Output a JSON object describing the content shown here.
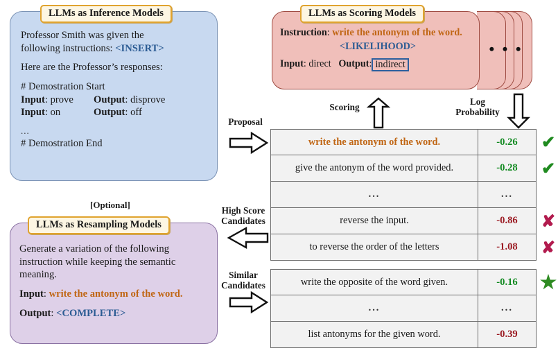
{
  "panels": {
    "inference": {
      "title": "LLMs as Inference Models",
      "line1": "Professor Smith was given the",
      "line2_pre": "following instructions: ",
      "line2_token": "<INSERT>",
      "line3": "Here are the Professor’s responses:",
      "demo_start": "# Demostration Start",
      "demo_rows": [
        {
          "in_label": "Input",
          "in_value": "prove",
          "out_label": "Output",
          "out_value": "disprove"
        },
        {
          "in_label": "Input",
          "in_value": "on",
          "out_label": "Output",
          "out_value": "off"
        }
      ],
      "ellipsis": "...",
      "demo_end": "# Demostration End"
    },
    "scoring": {
      "title": "LLMs as Scoring Models",
      "instruction_label": "Instruction",
      "instruction_value": "write the antonym of the word.",
      "likelihood_token": "<LIKELIHOOD>",
      "input_label": "Input",
      "input_value": "direct",
      "output_label": "Output",
      "output_value": "indirect",
      "stack_ellipsis": "• • •"
    },
    "resampling": {
      "optional_tag": "[Optional]",
      "title": "LLMs as Resampling Models",
      "line1": "Generate a variation of the following",
      "line2": "instruction while keeping the semantic",
      "line3": "meaning.",
      "input_label": "Input",
      "input_value": "write the antonym of the word.",
      "output_label": "Output",
      "output_token": "<COMPLETE>"
    }
  },
  "arrows": {
    "proposal": "Proposal",
    "scoring": "Scoring",
    "log_probability_line1": "Log",
    "log_probability_line2": "Probability",
    "high_score_line1": "High Score",
    "high_score_line2": "Candidates",
    "similar_line1": "Similar",
    "similar_line2": "Candidates"
  },
  "tables": {
    "high_score": {
      "rows": [
        {
          "instruction": "write the antonym of the word.",
          "score": "-0.26",
          "score_state": "pos",
          "mark": "✔",
          "mark_kind": "check",
          "highlight": true
        },
        {
          "instruction": "give the antonym of the word provided.",
          "score": "-0.28",
          "score_state": "pos",
          "mark": "✔",
          "mark_kind": "check",
          "highlight": false
        },
        {
          "instruction": "...",
          "score": "...",
          "score_state": "dots",
          "mark": "",
          "mark_kind": "none",
          "highlight": false
        },
        {
          "instruction": "reverse the input.",
          "score": "-0.86",
          "score_state": "neg",
          "mark": "✘",
          "mark_kind": "x",
          "highlight": false
        },
        {
          "instruction": "to reverse the order of the letters",
          "score": "-1.08",
          "score_state": "neg",
          "mark": "✘",
          "mark_kind": "x",
          "highlight": false
        }
      ]
    },
    "similar": {
      "rows": [
        {
          "instruction": "write the opposite of the word given.",
          "score": "-0.16",
          "score_state": "pos",
          "mark": "★",
          "mark_kind": "star",
          "highlight": false
        },
        {
          "instruction": "...",
          "score": "...",
          "score_state": "dots",
          "mark": "",
          "mark_kind": "none",
          "highlight": false
        },
        {
          "instruction": "list antonyms for the given word.",
          "score": "-0.39",
          "score_state": "neg",
          "mark": "",
          "mark_kind": "none",
          "highlight": false
        }
      ]
    }
  },
  "colors": {
    "inference_fill": "#c8d9f0",
    "scoring_fill": "#f0bfba",
    "resampling_fill": "#ded0e8",
    "badge_fill": "#fdf6e3",
    "badge_border": "#e0a32e",
    "accent_orange": "#c06614",
    "accent_blue": "#2b5b93",
    "score_good": "#128a21",
    "score_bad": "#9b1b23",
    "check_green": "#1f8a1f",
    "cross_magenta": "#b21b4e",
    "star_green": "#2e8b22"
  }
}
